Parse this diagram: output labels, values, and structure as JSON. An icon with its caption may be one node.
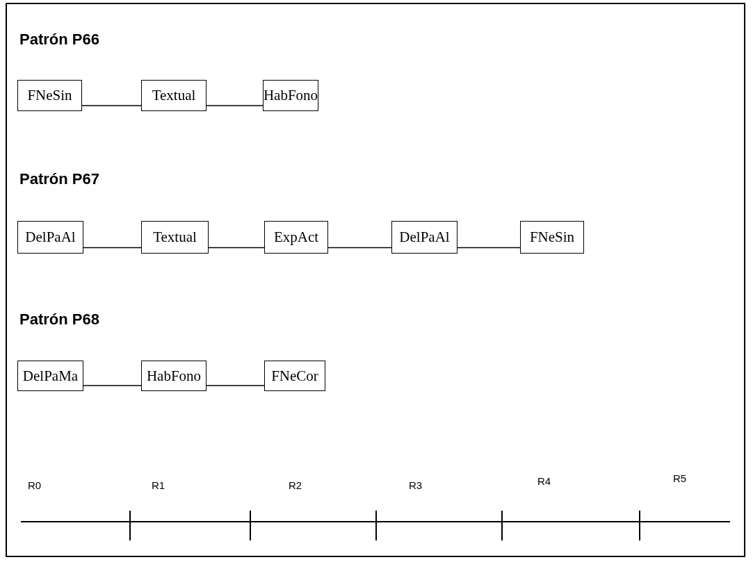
{
  "diagram": {
    "nodes": [
      {
        "text": [
          "FNeSin"
        ]
      },
      {
        "text": [
          "Textual"
        ]
      },
      {
        "text": [
          "HabFono"
        ]
      },
      {
        "text": [
          "DelPaAl"
        ]
      },
      {
        "text": [
          "Textual"
        ]
      },
      {
        "text": [
          "ExpAct"
        ]
      },
      {
        "text": [
          "DelPaAl"
        ]
      },
      {
        "text": [
          "FNeSin"
        ]
      },
      {
        "text": [
          "DelPaMa"
        ]
      },
      {
        "text": [
          "HabFono"
        ]
      },
      {
        "text": [
          "FNeCor"
        ]
      }
    ],
    "edges": [
      {
        "from": 0,
        "to": 1,
        "arrow": "none"
      },
      {
        "from": 1,
        "to": 2,
        "arrow": "none"
      },
      {
        "from": 3,
        "to": 4,
        "arrow": "none"
      },
      {
        "from": 4,
        "to": 5,
        "arrow": "none"
      },
      {
        "from": 5,
        "to": 6,
        "arrow": "none"
      },
      {
        "from": 6,
        "to": 7,
        "arrow": "none"
      },
      {
        "from": 8,
        "to": 9,
        "arrow": "none"
      },
      {
        "from": 9,
        "to": 10,
        "arrow": "none"
      }
    ],
    "labels": [
      "Patrón P66",
      "Patrón P67",
      "Patrón P68",
      "R0",
      "R1",
      "R2",
      "R3",
      "R4",
      "R5"
    ]
  }
}
